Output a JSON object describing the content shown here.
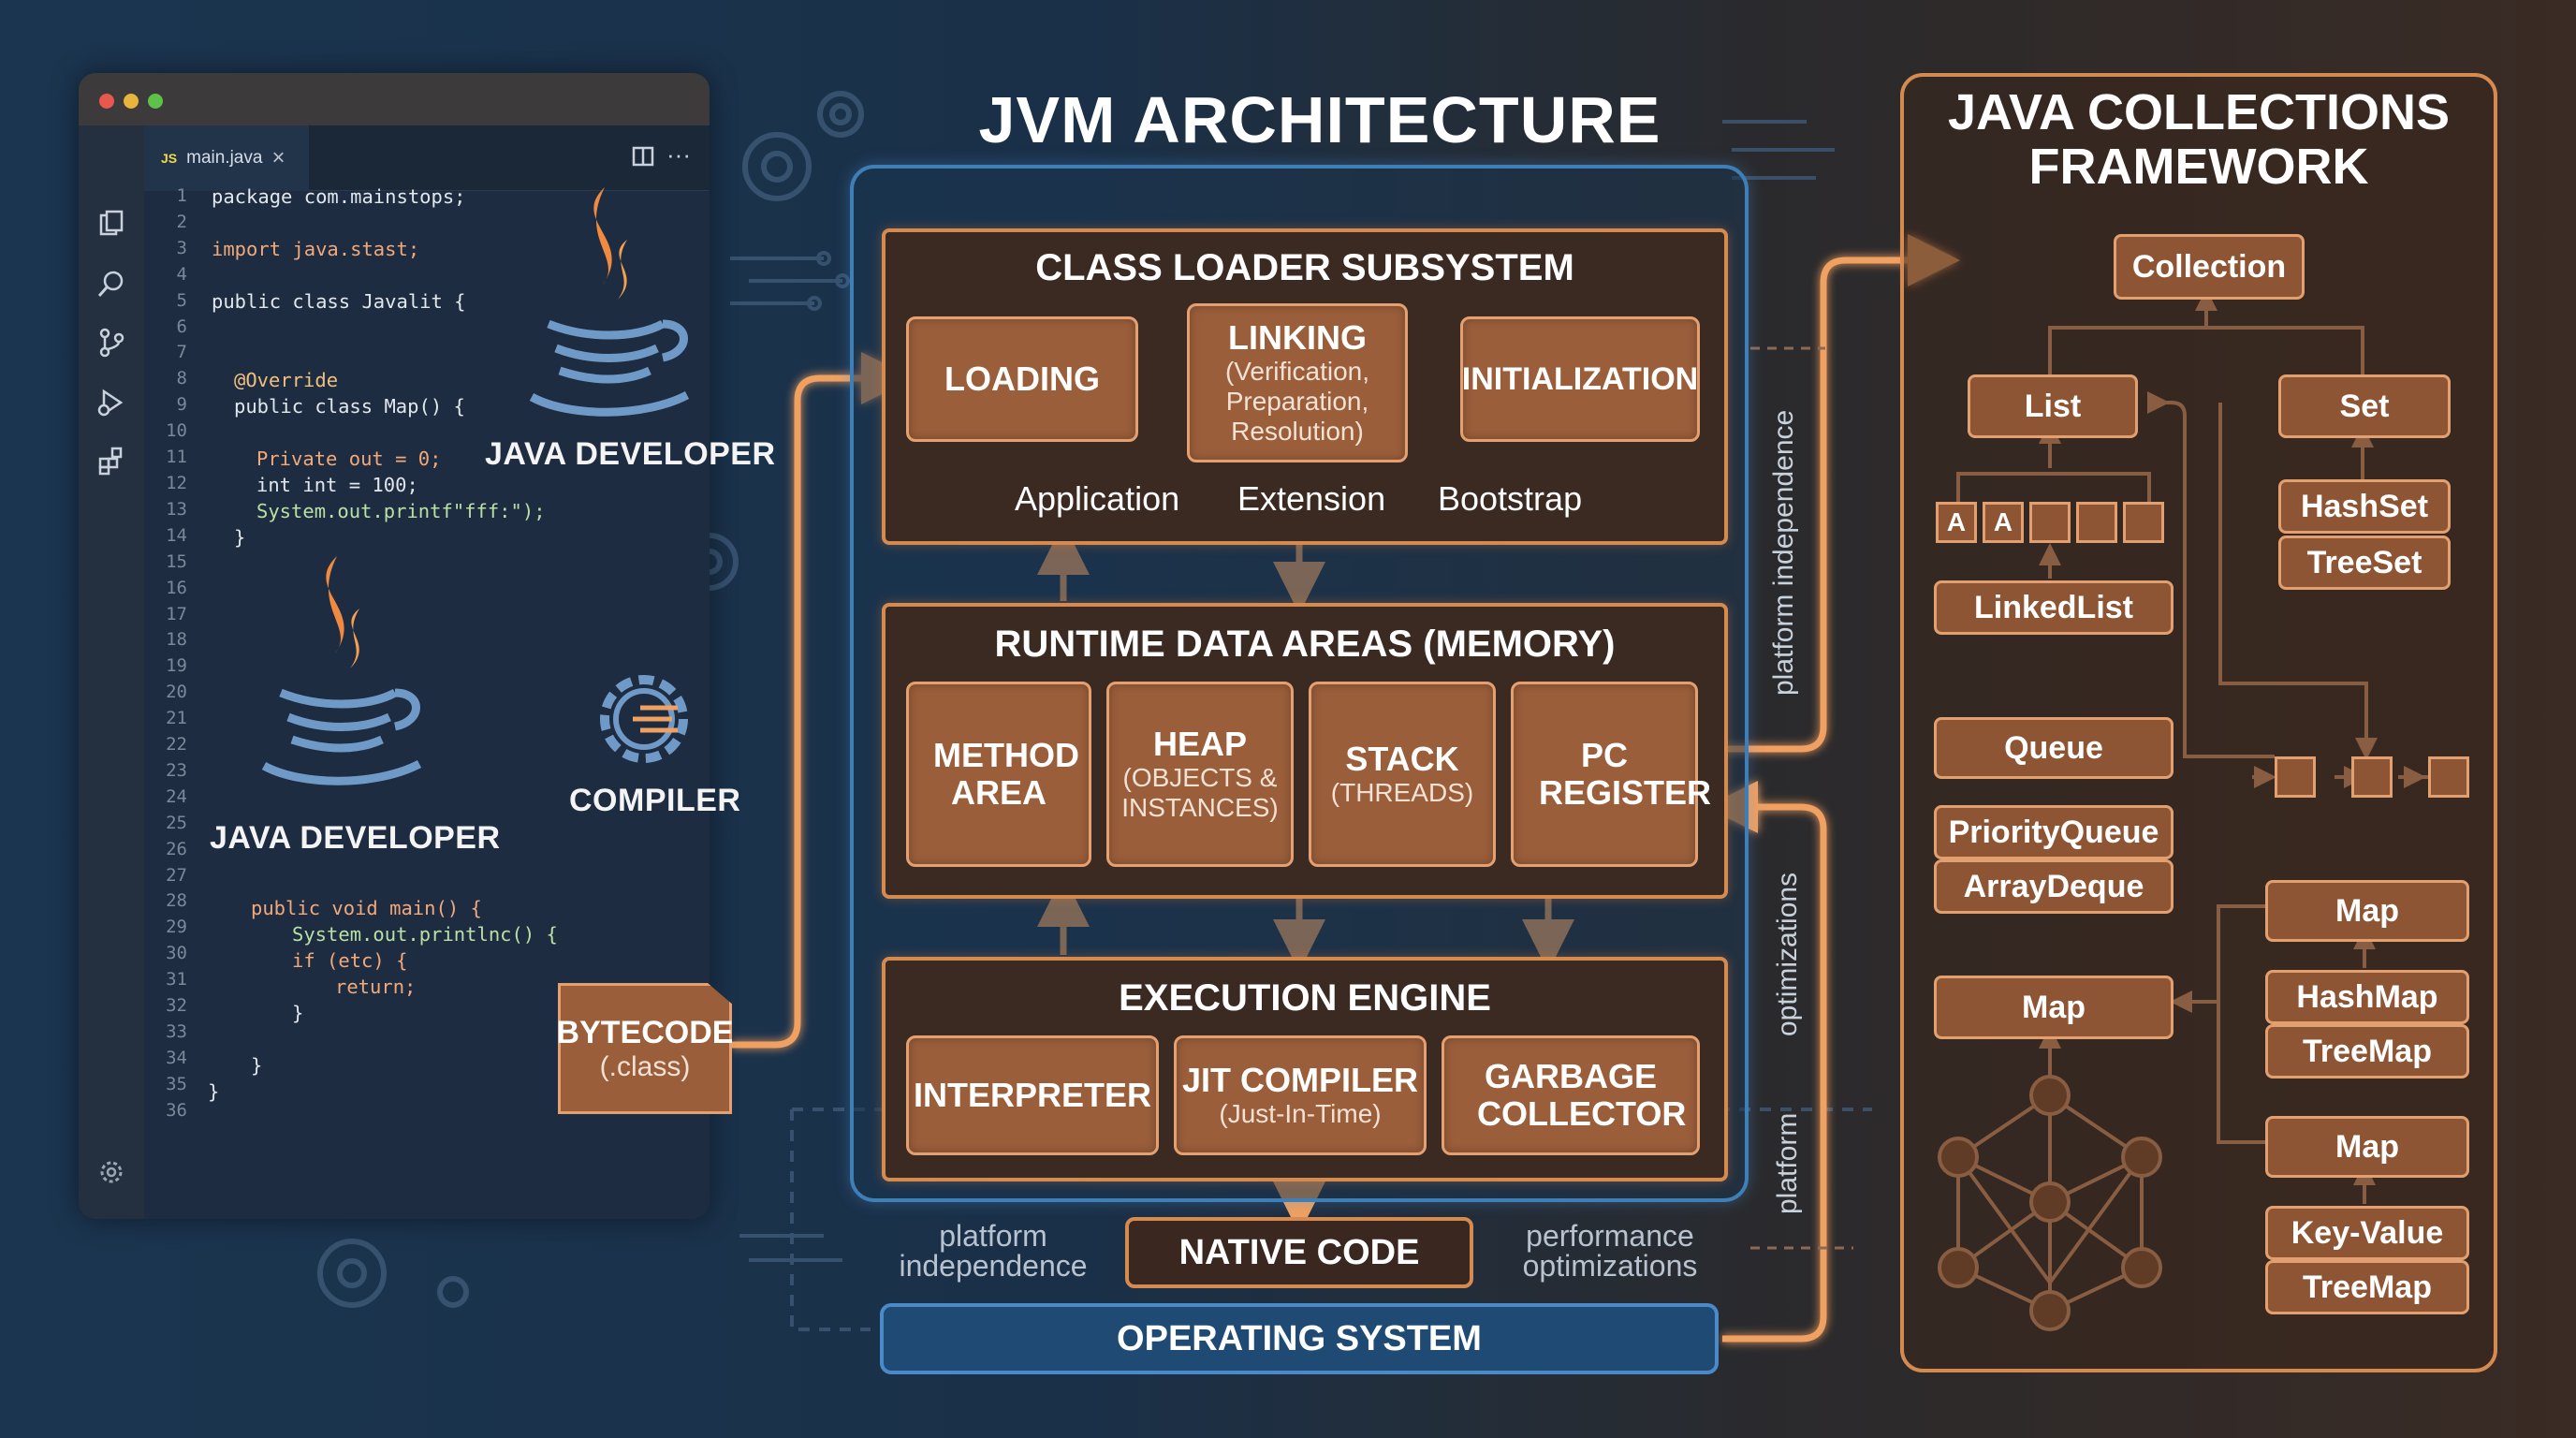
{
  "colors": {
    "accent_orange": "#f0a060",
    "box_fill": "#9a5e3b",
    "section_fill": "#3b2a22",
    "jvm_blue": "#3f7fb8",
    "editor_bg": "#1d2c40"
  },
  "icons": [
    "files-icon",
    "search-icon",
    "git-icon",
    "debug-icon",
    "extensions-icon",
    "settings-gear-icon",
    "java-logo-icon",
    "gear-icon",
    "split-editor-icon",
    "more-icon",
    "close-icon"
  ],
  "editor": {
    "tab_label": "main.java",
    "tab_lang": "JS",
    "close_glyph": "×",
    "more_glyph": "···",
    "line_numbers": [
      "1",
      "2",
      "3",
      "4",
      "5",
      "6",
      "7",
      "8",
      "9",
      "10",
      "11",
      "12",
      "13",
      "14",
      "15",
      "16",
      "17",
      "18",
      "19",
      "20",
      "21",
      "22",
      "23",
      "24",
      "25",
      "26",
      "27",
      "28",
      "29",
      "30",
      "31",
      "32",
      "33",
      "34",
      "35",
      "36"
    ],
    "code": {
      "l1": "package com.mainstops;",
      "l3": "import java.stast;",
      "l5": "public class Javalit {",
      "l8": "@Override",
      "l9": "public class Map() {",
      "l11": "Private out = 0;",
      "l12": "int int = 100;",
      "l13": "System.out.printf\"fff:\");",
      "l14": "}",
      "l28": "public void main() {",
      "l29": "System.out.printlnc() {",
      "l30": "if (etc) {",
      "l31": "return;",
      "l32": "}",
      "l34": "}",
      "l35": "}"
    }
  },
  "labels": {
    "java_dev_1": "JAVA DEVELOPER",
    "java_dev_2": "JAVA DEVELOPER",
    "compiler": "COMPILER",
    "bytecode_title": "BYTECODE",
    "bytecode_sub": "(.class)"
  },
  "jvm": {
    "title": "JVM ARCHITECTURE",
    "class_loader": {
      "title": "CLASS LOADER SUBSYSTEM",
      "loading": "LOADING",
      "linking_title": "LINKING",
      "linking_sub": "(Verification, Preparation, Resolution)",
      "initialization": "INITIALIZATION",
      "chain": [
        "Application",
        "Extension",
        "Bootstrap"
      ]
    },
    "runtime": {
      "title": "RUNTIME DATA AREAS (MEMORY)",
      "method_area": "METHOD AREA",
      "heap_title": "HEAP",
      "heap_sub": "(OBJECTS & INSTANCES)",
      "stack_title": "STACK",
      "stack_sub": "(THREADS)",
      "pc_register": "PC REGISTER"
    },
    "execution": {
      "title": "EXECUTION ENGINE",
      "interpreter": "INTERPRETER",
      "jit_title": "JIT COMPILER",
      "jit_sub": "(Just-In-Time)",
      "gc": "GARBAGE COLLECTOR"
    },
    "native_code": "NATIVE CODE",
    "operating_system": "OPERATING SYSTEM",
    "note_left": "platform independence",
    "note_right": "performance optimizations",
    "vert_1": "platform independence",
    "vert_2": "optimizations",
    "vert_3": "platform"
  },
  "collections": {
    "title": "JAVA COLLECTIONS FRAMEWORK",
    "collection": "Collection",
    "list": "List",
    "set": "Set",
    "hashset": "HashSet",
    "treeset": "TreeSet",
    "mini_a1": "A",
    "mini_a2": "A",
    "linkedlist": "LinkedList",
    "queue": "Queue",
    "priorityqueue": "PriorityQueue",
    "arraydeque": "ArrayDeque",
    "map_left": "Map",
    "map_top": "Map",
    "hashmap": "HashMap",
    "treemap_1": "TreeMap",
    "map_bottom": "Map",
    "key_value": "Key-Value",
    "treemap_2": "TreeMap"
  }
}
